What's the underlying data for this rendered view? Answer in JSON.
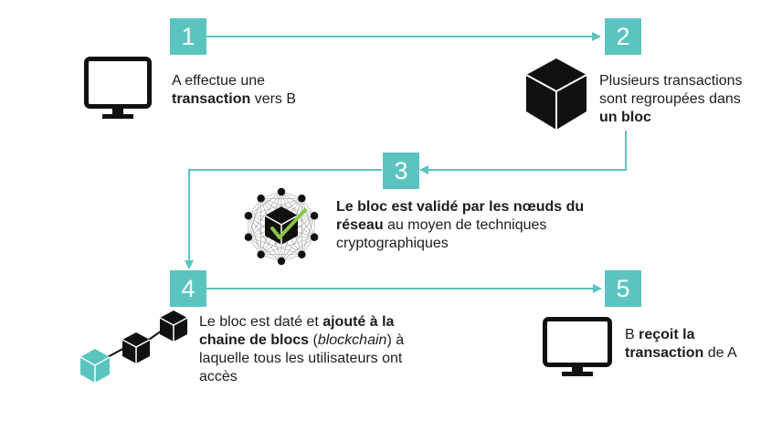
{
  "colors": {
    "accent": "#5bc4c0",
    "text": "#1d1d1d",
    "check": "#8bc34a"
  },
  "steps": [
    {
      "number": "1",
      "icon": "monitor-icon",
      "line1_prefix": "A effectue une",
      "line2_bold": "transaction",
      "line2_suffix": " vers B"
    },
    {
      "number": "2",
      "icon": "cube-icon",
      "line1": "Plusieurs transactions",
      "line2": "sont regroupées dans",
      "line3_bold": "un bloc"
    },
    {
      "number": "3",
      "icon": "network-validation-icon",
      "line1_bold": "Le bloc est validé par les nœuds du",
      "line2_bold": "réseau",
      "line2_suffix": " au moyen de techniques",
      "line3": "cryptographiques"
    },
    {
      "number": "4",
      "icon": "blockchain-icon",
      "line1_prefix": "Le bloc est daté et ",
      "line1_bold": "ajouté à la",
      "line2_bold": "chaine de blocs",
      "line2_mid": " (",
      "line2_italic": "blockchain",
      "line2_suffix": ") à",
      "line3": "laquelle tous les utilisateurs ont",
      "line4": "accès"
    },
    {
      "number": "5",
      "icon": "monitor-icon",
      "line1_prefix": "B ",
      "line1_bold": "reçoit la",
      "line2_bold": "transaction",
      "line2_suffix": " de A"
    }
  ]
}
